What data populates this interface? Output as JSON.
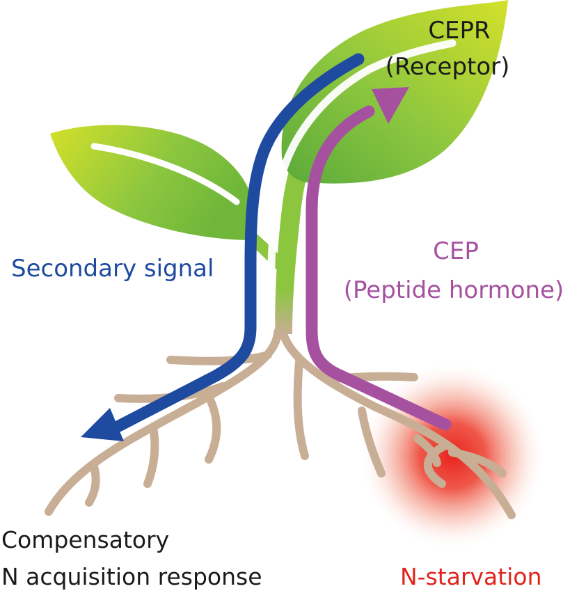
{
  "labels": {
    "receptor_line1": "CEPR",
    "receptor_line2": "(Receptor)",
    "hormone_line1": "CEP",
    "hormone_line2": "(Peptide hormone)",
    "secondary_signal": "Secondary signal",
    "response_line1": "Compensatory",
    "response_line2": "N acquisition response",
    "starvation": "N-starvation"
  },
  "colors": {
    "leaf_light": "#d4e02a",
    "leaf_dark": "#6fb63a",
    "stem": "#8cc63f",
    "root": "#c8ae94",
    "secondary_signal_arrow": "#1e4aa0",
    "cep_arrow": "#a651a0",
    "starvation_glow": "#e8231e",
    "text_default": "#1a1a1a",
    "text_secondary": "#1e4aa0",
    "text_cep": "#a651a0",
    "text_starvation": "#e0231c"
  },
  "icons": {
    "plant": "seedling-illustration",
    "secondary_arrow": "arrow-down-left-icon",
    "cep_arrow": "arrow-up-right-icon"
  }
}
